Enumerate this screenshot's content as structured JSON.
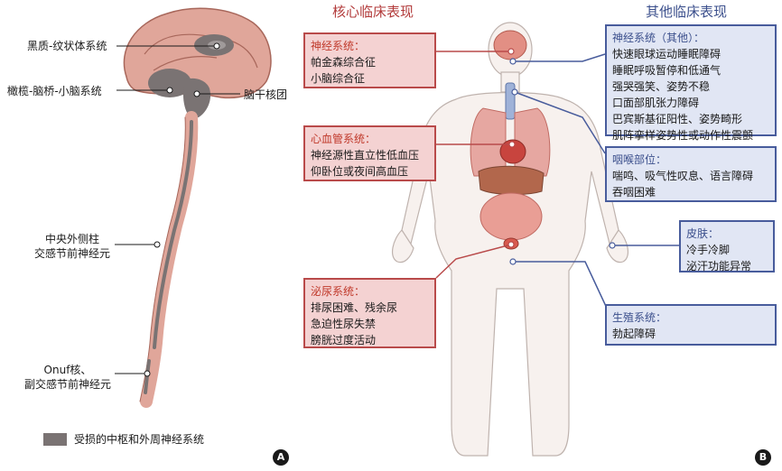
{
  "panel_a": {
    "labels": {
      "nigrostriatal": "黑质-纹状体系统",
      "olivopontocerebellar": "橄榄-脑桥-小脑系统",
      "brainstem_nuclei": "脑干核团",
      "intermediolateral_line1": "中央外侧柱",
      "intermediolateral_line2": "交感节前神经元",
      "onuf_line1": "Onuf核、",
      "onuf_line2": "副交感节前神经元"
    },
    "legend": "受损的中枢和外周神经系统",
    "marker": "A"
  },
  "panel_b": {
    "headers": {
      "core": "核心临床表现",
      "other": "其他临床表现"
    },
    "core_boxes": [
      {
        "title": "神经系统：",
        "items": [
          "帕金森综合征",
          "小脑综合征"
        ]
      },
      {
        "title": "心血管系统：",
        "items": [
          "神经源性直立性低血压",
          "仰卧位或夜间高血压"
        ]
      },
      {
        "title": "泌尿系统：",
        "items": [
          "排尿困难、残余尿",
          "急迫性尿失禁",
          "膀胱过度活动"
        ]
      }
    ],
    "other_boxes": [
      {
        "title": "神经系统（其他）：",
        "items": [
          "快速眼球运动睡眠障碍",
          "睡眠呼吸暂停和低通气",
          "强哭强笑、姿势不稳",
          "口面部肌张力障碍",
          "巴宾斯基征阳性、姿势畸形",
          "肌阵挛样姿势性或动作性震颤"
        ]
      },
      {
        "title": "咽喉部位：",
        "items": [
          "喘鸣、吸气性叹息、语言障碍",
          "吞咽困难"
        ]
      },
      {
        "title": "皮肤：",
        "items": [
          "冷手冷脚",
          "泌汗功能异常"
        ]
      },
      {
        "title": "生殖系统：",
        "items": [
          "勃起障碍"
        ]
      }
    ],
    "marker": "B"
  },
  "colors": {
    "core_border": "#b94a4a",
    "core_fill": "#f4d2d2",
    "other_border": "#485c9c",
    "other_fill": "#e1e6f4",
    "affected": "#7a7373",
    "tissue": "#e8a89c"
  }
}
